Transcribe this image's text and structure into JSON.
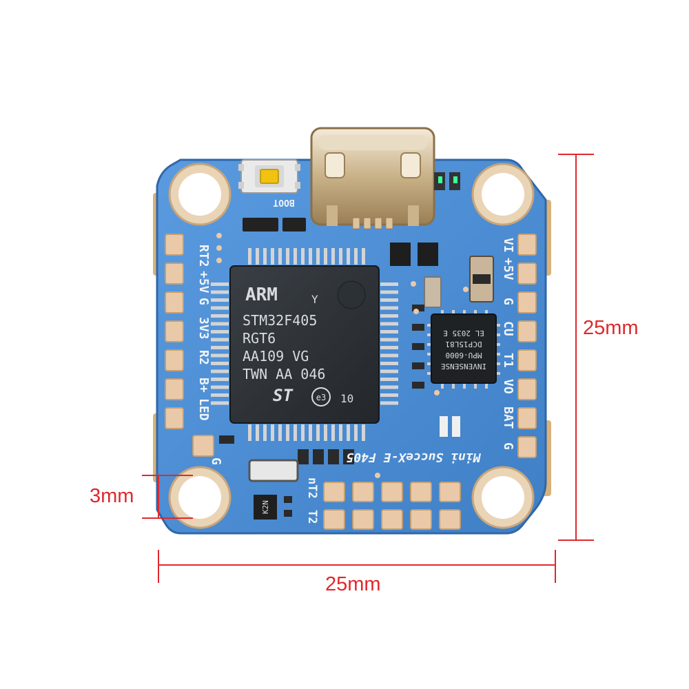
{
  "dimensions": {
    "height": "25mm",
    "width": "25mm",
    "hole_spacing": "3mm"
  },
  "board": {
    "name": "Mini SucceX-E F405",
    "boot_label": "BOOT",
    "left_pads": [
      "RT2",
      "+5V",
      "G",
      "3V3",
      "R2",
      "B+",
      "LED"
    ],
    "left_bottom": "G",
    "right_pads": [
      "VI",
      "+5V",
      "G",
      "CU",
      "T1",
      "VO",
      "BAT",
      "G"
    ],
    "bottom_labels": [
      "nT2",
      "T2"
    ],
    "mcu": {
      "logo": "ARM",
      "mark": "Y",
      "line1": "STM32F405",
      "line2": "RGT6",
      "line3": "AA109 VG",
      "line4": "TWN AA 046",
      "rev": "10",
      "e3": "e3",
      "st": "ST"
    },
    "imu": {
      "line1": "INVENSENSE",
      "line2": "MPU-6000",
      "line3": "DCP15L81",
      "line4": "EL 2035 E"
    },
    "transistor": "K2N"
  },
  "colors": {
    "pcb": "#4d8fd4",
    "pcb_dark": "#2f67a8",
    "pad": "#e9c9a8",
    "dimension": "#e0282c"
  }
}
